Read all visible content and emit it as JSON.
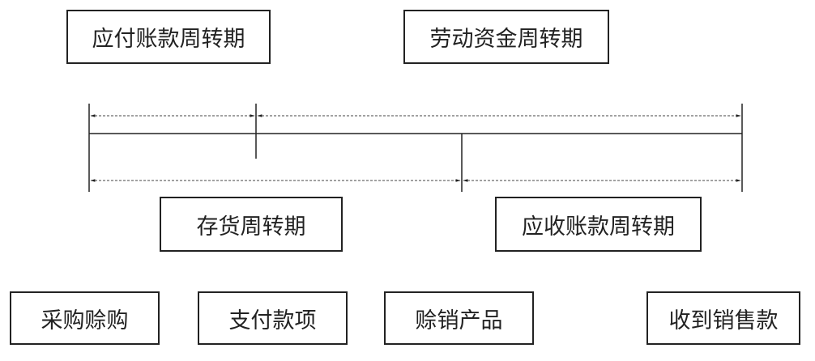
{
  "labels": {
    "payables_period": "应付账款周转期",
    "working_capital_period": "劳动资金周转期",
    "inventory_period": "存货周转期",
    "receivables_period": "应收账款周转期"
  },
  "events": {
    "purchase_on_credit": "采购赊购",
    "pay_account": "支付款项",
    "sell_on_credit": "赊销产品",
    "collect_sales": "收到销售款"
  },
  "colors": {
    "stroke": "#222222",
    "dashed_line": "#444444"
  }
}
